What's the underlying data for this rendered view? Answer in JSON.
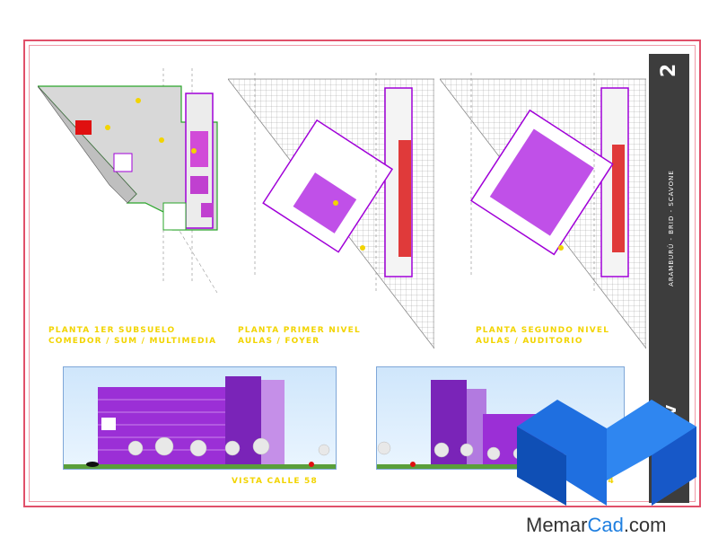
{
  "plans": [
    {
      "line1": "PLANTA 1ER SUBSUELO",
      "line2": "COMEDOR / SUM / MULTIMEDIA"
    },
    {
      "line1": "PLANTA PRIMER NIVEL",
      "line2": "AULAS / FOYER"
    },
    {
      "line1": "PLANTA SEGUNDO NIVEL",
      "line2": "AULAS / AUDITORIO"
    }
  ],
  "elevations": [
    {
      "label": "VISTA CALLE 58"
    },
    {
      "label": "CALLE 4"
    }
  ],
  "title_block": {
    "sheet_number": "2",
    "authors": "ARAMBURÚ - BRID - SCAVONE",
    "project": "ISM V"
  },
  "watermark": {
    "name_part1": "Memar",
    "name_part2": "Cad",
    "name_part3": ".com"
  },
  "colors": {
    "plan_purple": "#a000d8",
    "label_yellow": "#f2d400",
    "border_red": "#e0506a",
    "logo_blue": "#1f6fe0"
  }
}
